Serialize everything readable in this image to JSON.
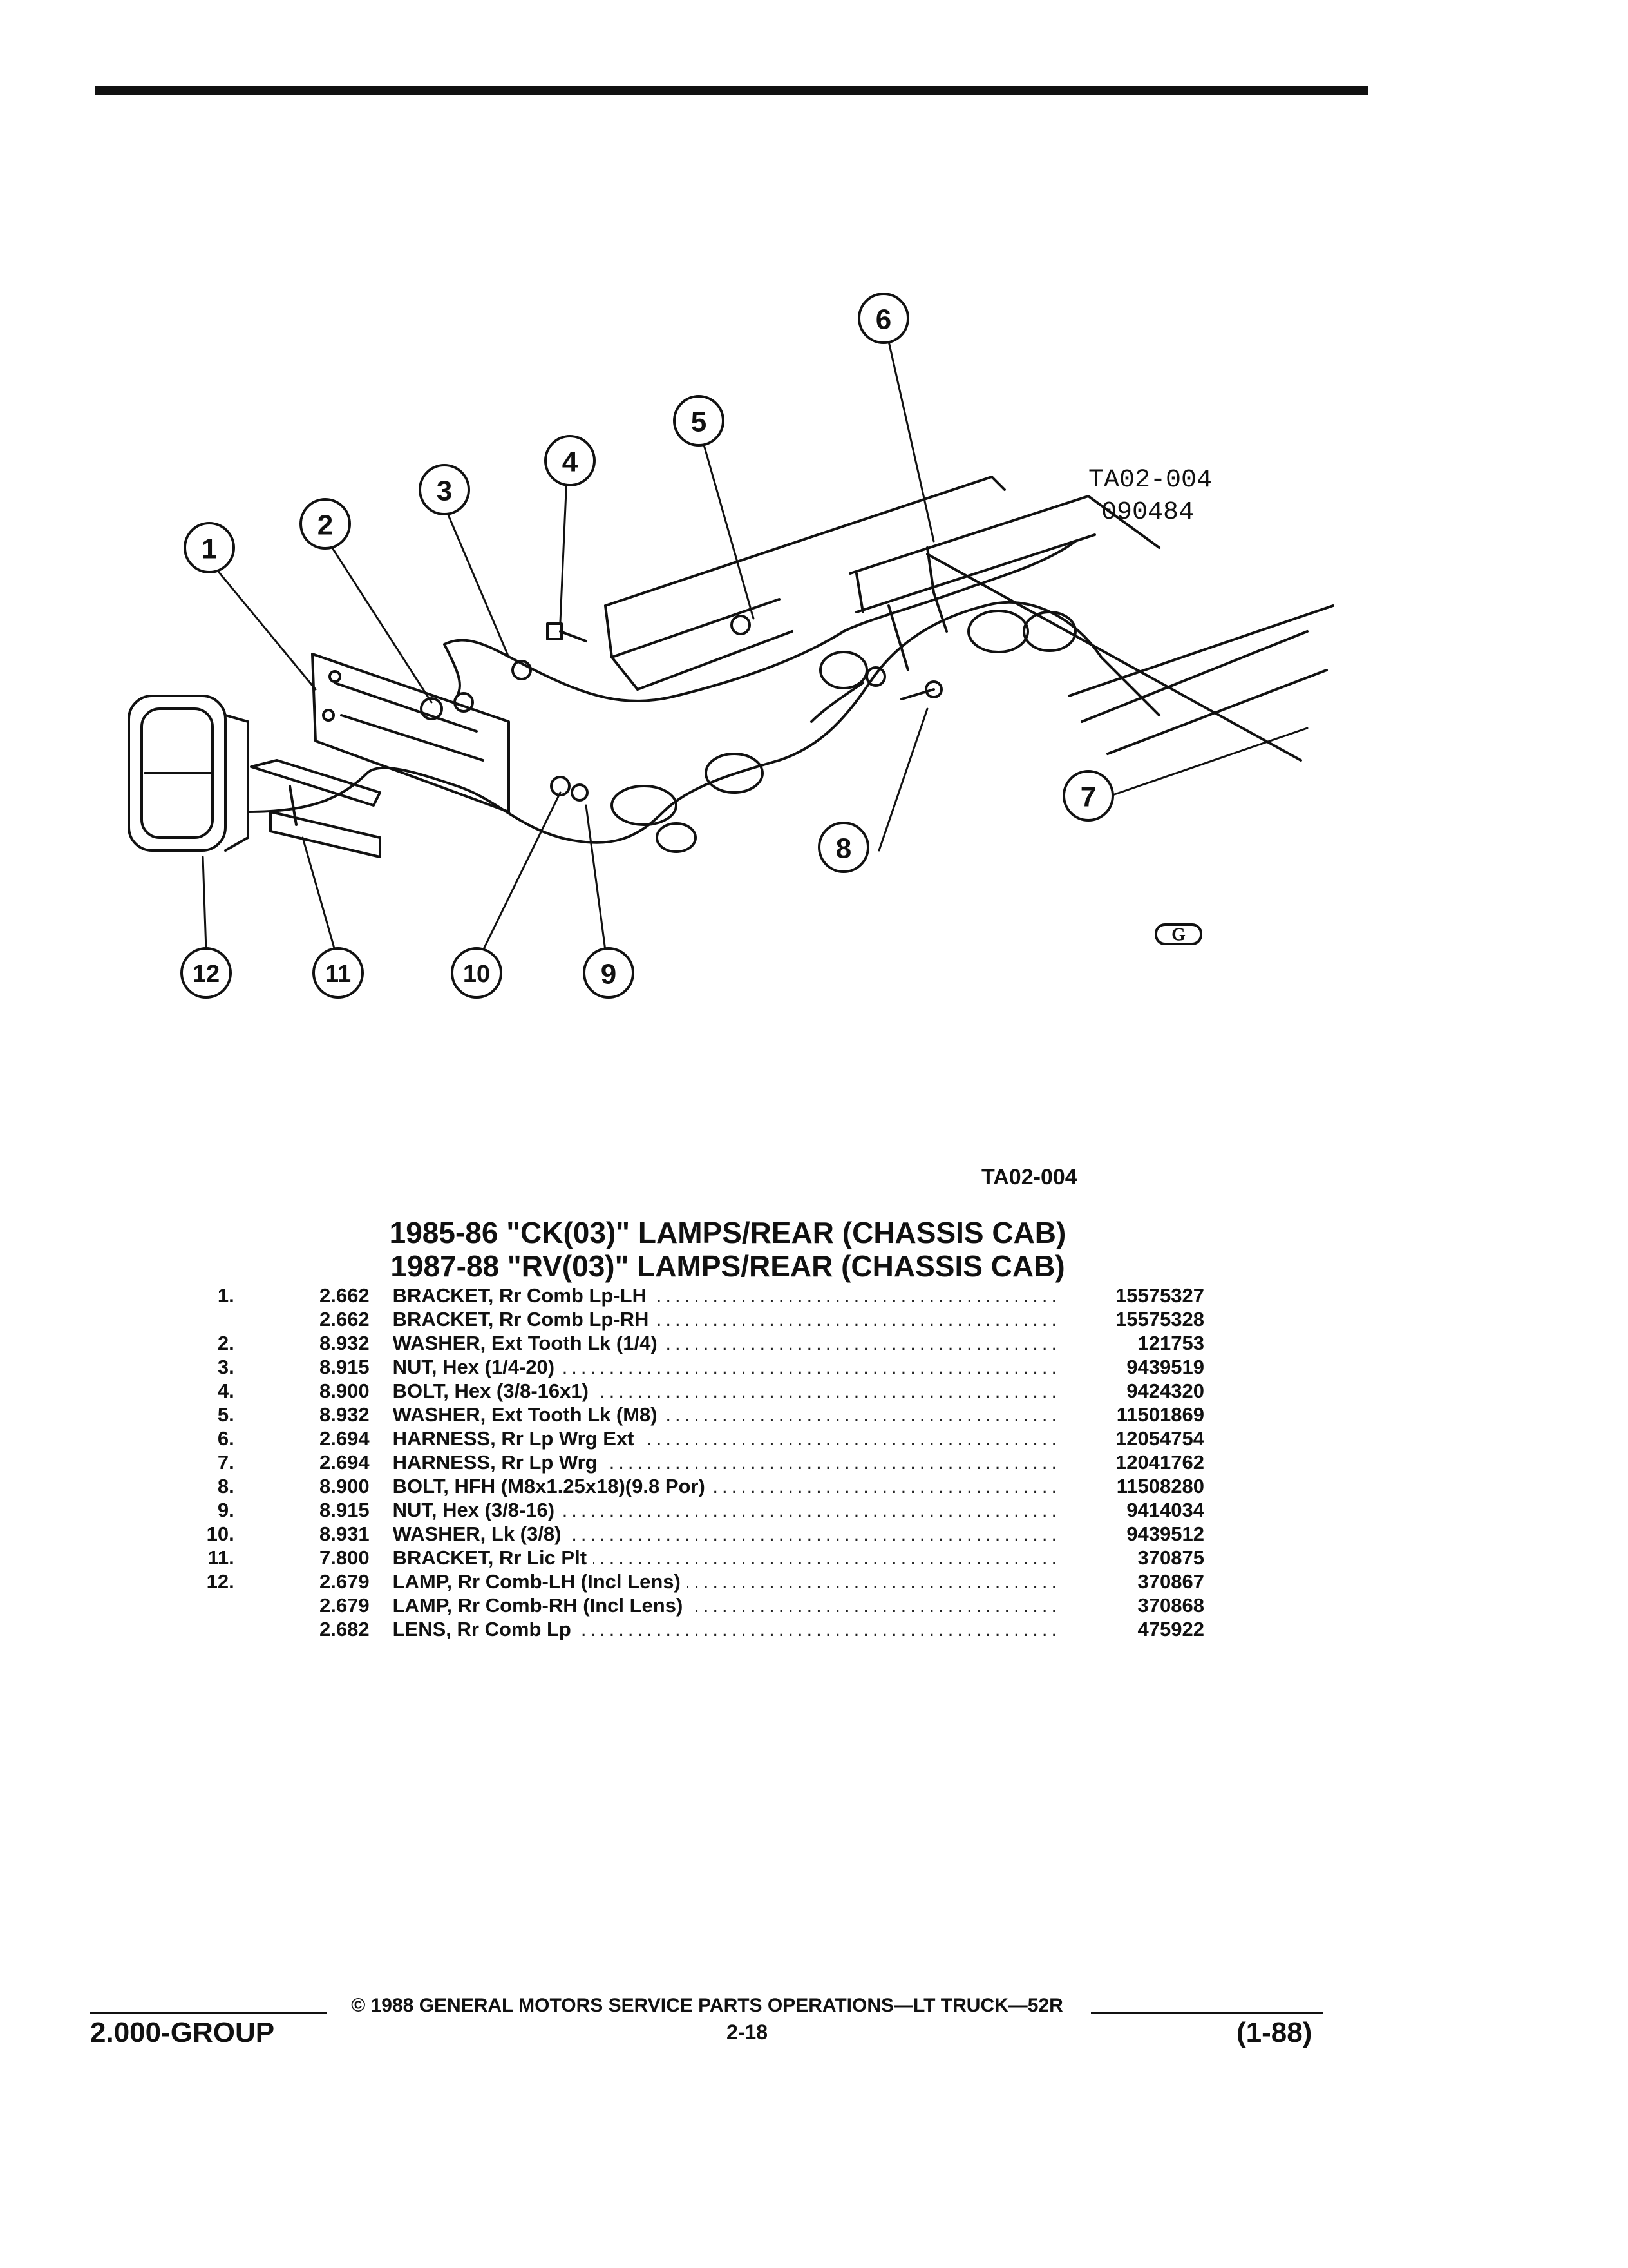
{
  "diagram": {
    "drawing_id": "TA02-004",
    "drawing_date": "090484",
    "callouts": [
      "1",
      "2",
      "3",
      "4",
      "5",
      "6",
      "7",
      "8",
      "9",
      "10",
      "11",
      "12"
    ],
    "logo_text": "G"
  },
  "figure_label": "TA02-004",
  "titles": {
    "line1": "1985-86 \"CK(03)\" LAMPS/REAR (CHASSIS CAB)",
    "line2": "1987-88 \"RV(03)\" LAMPS/REAR (CHASSIS CAB)"
  },
  "parts": [
    {
      "item": "1.",
      "group": "2.662",
      "name": "BRACKET,",
      "desc": "Rr Comb Lp-LH",
      "part": "15575327"
    },
    {
      "item": "",
      "group": "2.662",
      "name": "BRACKET,",
      "desc": "Rr Comb Lp-RH",
      "part": "15575328"
    },
    {
      "item": "2.",
      "group": "8.932",
      "name": "WASHER,",
      "desc": "Ext Tooth Lk (1/4)",
      "part": "121753"
    },
    {
      "item": "3.",
      "group": "8.915",
      "name": "NUT,",
      "desc": "Hex (1/4-20)",
      "part": "9439519"
    },
    {
      "item": "4.",
      "group": "8.900",
      "name": "BOLT,",
      "desc": "Hex (3/8-16x1)",
      "part": "9424320"
    },
    {
      "item": "5.",
      "group": "8.932",
      "name": "WASHER,",
      "desc": "Ext Tooth Lk (M8)",
      "part": "11501869"
    },
    {
      "item": "6.",
      "group": "2.694",
      "name": "HARNESS,",
      "desc": "Rr Lp Wrg Ext",
      "part": "12054754"
    },
    {
      "item": "7.",
      "group": "2.694",
      "name": "HARNESS,",
      "desc": "Rr Lp Wrg",
      "part": "12041762"
    },
    {
      "item": "8.",
      "group": "8.900",
      "name": "BOLT,",
      "desc": "HFH (M8x1.25x18)(9.8 Por)",
      "part": "11508280"
    },
    {
      "item": "9.",
      "group": "8.915",
      "name": "NUT,",
      "desc": "Hex (3/8-16)",
      "part": "9414034"
    },
    {
      "item": "10.",
      "group": "8.931",
      "name": "WASHER,",
      "desc": "Lk (3/8)",
      "part": "9439512"
    },
    {
      "item": "11.",
      "group": "7.800",
      "name": "BRACKET,",
      "desc": "Rr Lic Plt",
      "part": "370875"
    },
    {
      "item": "12.",
      "group": "2.679",
      "name": "LAMP,",
      "desc": "Rr Comb-LH (Incl Lens)",
      "part": "370867"
    },
    {
      "item": "",
      "group": "2.679",
      "name": "LAMP,",
      "desc": "Rr Comb-RH (Incl Lens)",
      "part": "370868"
    },
    {
      "item": "",
      "group": "2.682",
      "name": "LENS,",
      "desc": "Rr Comb Lp",
      "part": "475922"
    }
  ],
  "footer": {
    "copyright": "© 1988 GENERAL MOTORS SERVICE PARTS OPERATIONS—LT TRUCK—52R",
    "group_label": "2.000-GROUP",
    "page_number": "2-18",
    "date_code": "(1-88)"
  },
  "colors": {
    "ink": "#111111",
    "paper": "#ffffff"
  }
}
